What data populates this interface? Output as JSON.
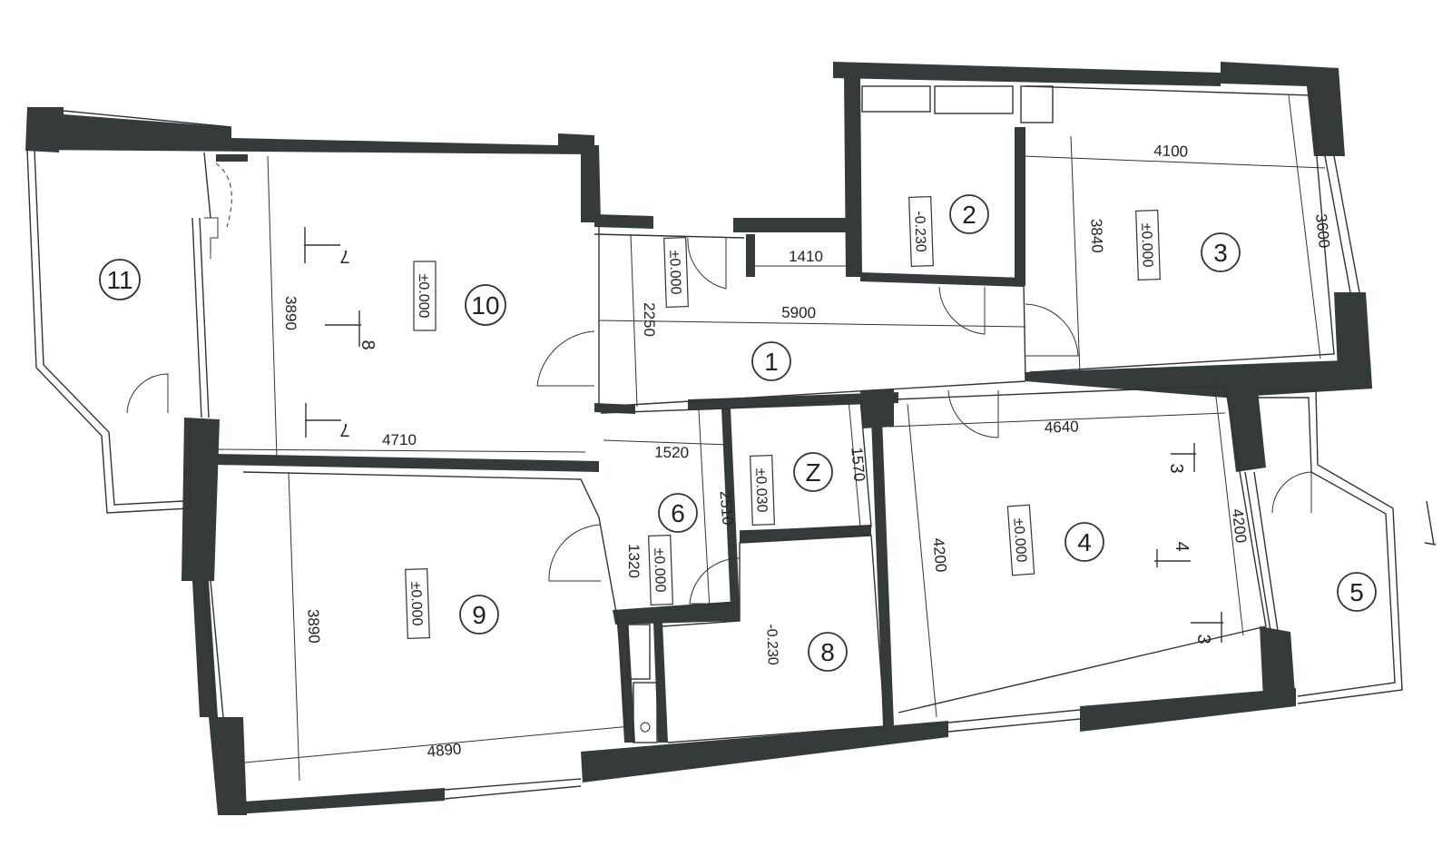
{
  "rooms": [
    "1",
    "2",
    "3",
    "4",
    "5",
    "6",
    "Z",
    "8",
    "9",
    "10",
    "11"
  ],
  "levels": {
    "r2": "-0.230",
    "r3": "±0.000",
    "r10": "±0.000",
    "corridor": "±0.000",
    "r4": "±0.000",
    "rZ": "±0.030",
    "r6": "±0.000",
    "r8": "-0.230",
    "r9": "±0.000"
  },
  "dimensions": {
    "d4100": "4100",
    "d3840": "3840",
    "d3600": "3600",
    "d1410": "1410",
    "d5900": "5900",
    "d2250": "2250",
    "d3890_top": "3890",
    "d4710": "4710",
    "d1520": "1520",
    "d2510": "2510",
    "d1570": "1570",
    "d1320": "1320",
    "d4640": "4640",
    "d4200_left": "4200",
    "d4200_right": "4200",
    "d3890_bottom": "3890",
    "d4890": "4890"
  },
  "section_marks": [
    "7",
    "8",
    "7",
    "3",
    "4",
    "3"
  ]
}
